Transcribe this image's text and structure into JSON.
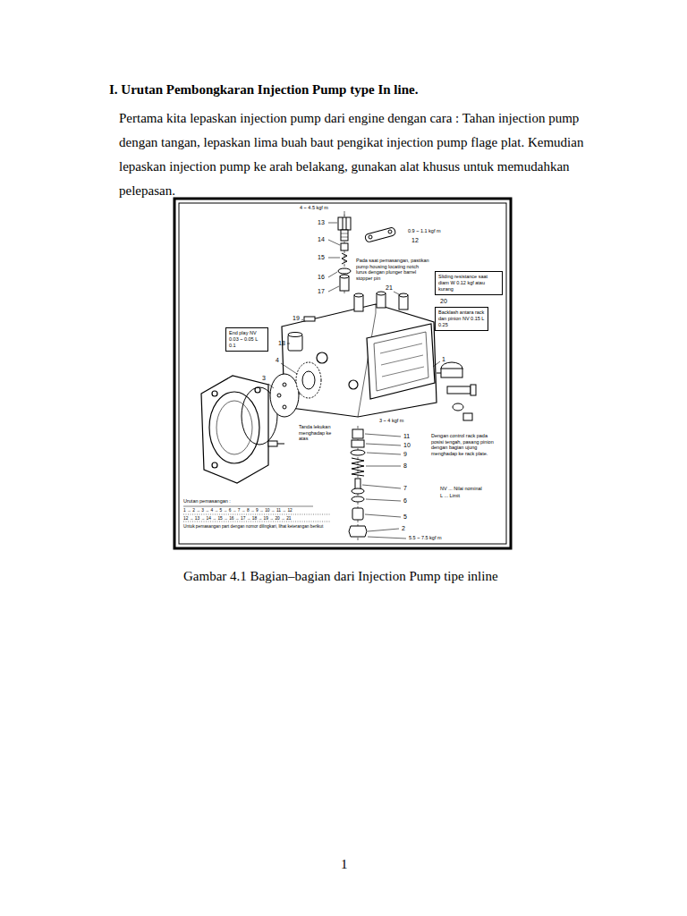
{
  "diagram": {
    "title": "I.  Urutan Pembongkaran Injection Pump type In line.",
    "caption": "Gambar 4.1 Bagian–bagian dari Injection Pump tipe inline",
    "nodes": [
      {
        "text": [
          "Sliding resistance saat diam W 0.12 kgf atau kurang"
        ]
      },
      {
        "text": [
          "Backlash antara rack dan pinion NV 0.15 L 0.25"
        ]
      },
      {
        "text": [
          "End play NV 0.03 ~ 0.05 L 0.1"
        ]
      }
    ],
    "labels": [
      "Pertama kita lepaskan injection pump dari engine dengan cara : Tahan injection pump dengan tangan, lepaskan lima buah baut pengikat injection pump flage plat. Kemudian lepaskan injection pump ke arah belakang, gunakan alat khusus untuk memudahkan pelepasan.",
      "4 ~ 4.5 kgf m",
      "13",
      "14",
      "15",
      "16",
      "17",
      "0.9 ~ 1.1 kgf m",
      "12",
      "Pada saat pemasangan, pastikan pump housing locating notch lurus dengan plunger barrel stopper pin",
      "21",
      "20",
      "19",
      "18",
      "1",
      "4",
      "3",
      "Tanda lekukan menghadap ke atas",
      "3 ~ 4 kgf m",
      "11",
      "10",
      "9",
      "8",
      "Dengan control rack pada posisi tengah, pasang pinion dengan bagian ujung menghadap ke rack plate.",
      "7",
      "NV ... Nilai nominal",
      "L ... Limit",
      "6",
      "Urutan pemasangan :",
      "1 → 2 → 3 → 4 → 5 → 6 → 7 → 8 → 9 → 10 → 11 → 12",
      "12 → 13 → 14 → 15 → 16 → 17 → 18 → 19 → 20 → 21",
      "Untuk pemasangan part dengan nomor dilingkari, lihat keterangan berikut",
      "5",
      "2",
      "5.5 ~ 7.5 kgf m",
      "1"
    ]
  }
}
